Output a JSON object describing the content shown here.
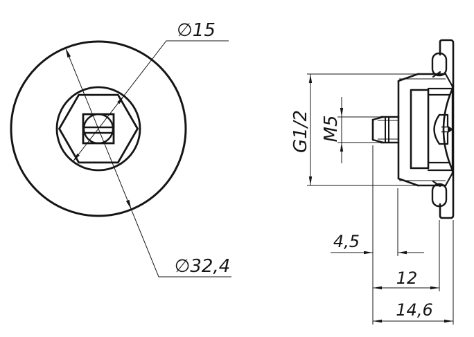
{
  "drawing": {
    "front_view": {
      "dimensions": {
        "hex_circle_diameter": "∅15",
        "outer_diameter": "∅32,4"
      }
    },
    "side_view": {
      "dimensions": {
        "pipe_thread": "G1/2",
        "stud_thread": "M5",
        "stud_length": "4,5",
        "body_length": "12",
        "overall_length": "14,6"
      }
    },
    "colors": {
      "line": "#151515",
      "background": "#ffffff"
    }
  }
}
